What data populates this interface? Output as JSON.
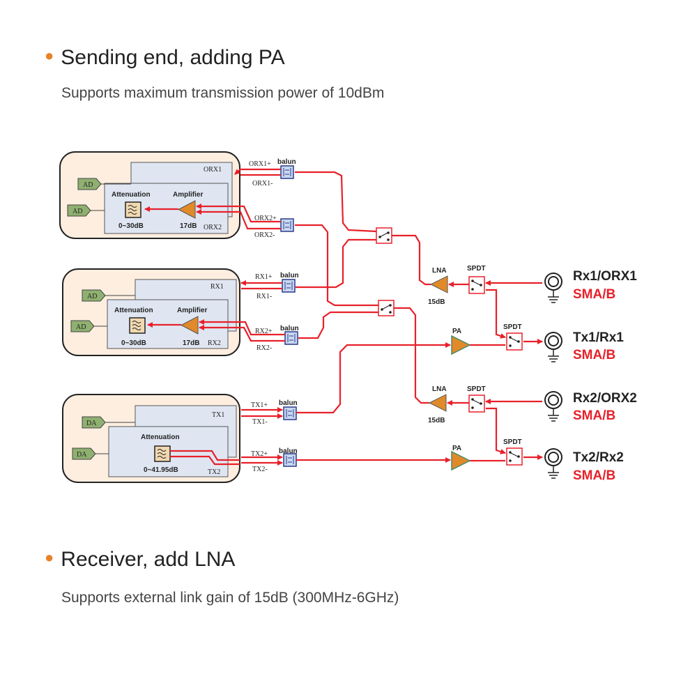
{
  "section1": {
    "title": "Sending end, adding PA",
    "subtitle": "Supports maximum transmission power of 10dBm"
  },
  "section2": {
    "title": "Receiver, add LNA",
    "subtitle": "Supports external link gain of 15dB (300MHz-6GHz)"
  },
  "colors": {
    "bullet": "#e8822a",
    "wire": "#e8202a",
    "block_bg": "#fdeee0",
    "inner_bg": "#dfe6f2",
    "amp": "#e08a2a",
    "pa": "#4a8a6a",
    "ad_tag": "#8fb070",
    "red_text": "#e8202a"
  },
  "diagram": {
    "block1": {
      "ad1": "AD",
      "ad2": "AD",
      "path1": "ORX1",
      "path2": "ORX2",
      "atten_label": "Attenuation",
      "atten_range": "0~30dB",
      "amp_label": "Amplifier",
      "amp_gain": "17dB",
      "p1": "ORX1+",
      "n1": "ORX1-",
      "p2": "ORX2+",
      "n2": "ORX2-",
      "balun1": "balun"
    },
    "block2": {
      "ad1": "AD",
      "ad2": "AD",
      "path1": "RX1",
      "path2": "RX2",
      "atten_label": "Attenuation",
      "atten_range": "0~30dB",
      "amp_label": "Amplifier",
      "amp_gain": "17dB",
      "p1": "RX1+",
      "n1": "RX1-",
      "p2": "RX2+",
      "n2": "RX2-",
      "balun1": "balun",
      "balun2": "balun"
    },
    "block3": {
      "da1": "DA",
      "da2": "DA",
      "path1": "TX1",
      "path2": "TX2",
      "atten_label": "Attenuation",
      "atten_range": "0~41.95dB",
      "p1": "TX1+",
      "n1": "TX1-",
      "p2": "TX2+",
      "n2": "TX2-",
      "balun1": "balun",
      "balun2": "balun"
    },
    "lna1": {
      "label": "LNA",
      "gain": "15dB"
    },
    "lna2": {
      "label": "LNA",
      "gain": "15dB"
    },
    "pa1": {
      "label": "PA"
    },
    "pa2": {
      "label": "PA"
    },
    "spdt": [
      "SPDT",
      "SPDT",
      "SPDT",
      "SPDT"
    ],
    "ports": [
      {
        "name": "Rx1/ORX1",
        "type": "SMA/B"
      },
      {
        "name": "Tx1/Rx1",
        "type": "SMA/B"
      },
      {
        "name": "Rx2/ORX2",
        "type": "SMA/B"
      },
      {
        "name": "Tx2/Rx2",
        "type": "SMA/B"
      }
    ]
  }
}
